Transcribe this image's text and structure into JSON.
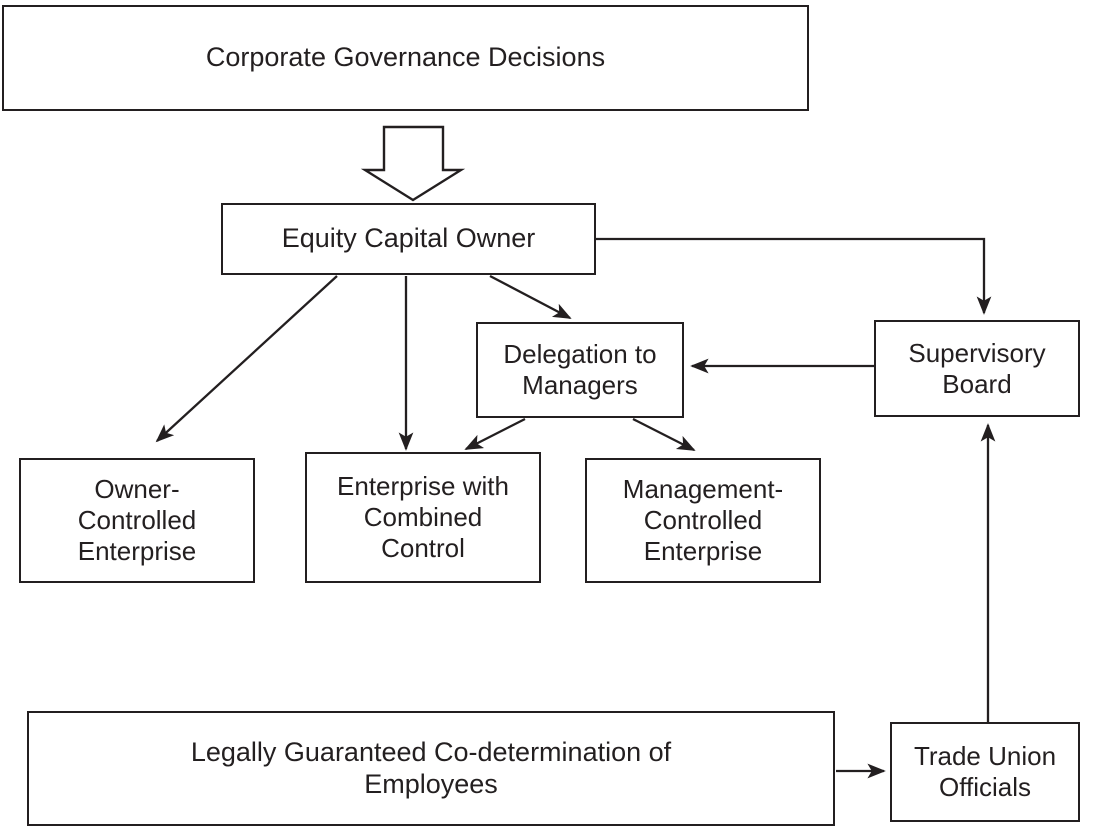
{
  "diagram": {
    "title": "Corporate Governance Decisions",
    "background_color": "#ffffff",
    "line_color": "#231f20",
    "text_color": "#231f20",
    "nodes": {
      "governance": {
        "label": "Corporate Governance Decisions"
      },
      "equity": {
        "label": "Equity Capital Owner"
      },
      "delegation": {
        "label": "Delegation to\nManagers"
      },
      "supervisory": {
        "label": "Supervisory\nBoard"
      },
      "owner_controlled": {
        "label": "Owner-\nControlled\nEnterprise"
      },
      "combined_control": {
        "label": "Enterprise with\nCombined\nControl"
      },
      "management_controlled": {
        "label": "Management-\nControlled\nEnterprise"
      },
      "codetermination": {
        "label": "Legally Guaranteed Co-determination of\nEmployees"
      },
      "trade_union": {
        "label": "Trade Union\nOfficials"
      }
    },
    "connectors": [
      {
        "name": "governance-to-equity",
        "type": "block-arrow",
        "from": "governance",
        "to": "equity",
        "direction": "down"
      },
      {
        "name": "equity-to-owner-controlled",
        "type": "arrow",
        "from": "equity",
        "to": "owner_controlled",
        "direction": "diagonal-down-left"
      },
      {
        "name": "equity-to-combined-control",
        "type": "arrow",
        "from": "equity",
        "to": "combined_control",
        "direction": "down"
      },
      {
        "name": "equity-to-delegation",
        "type": "arrow",
        "from": "equity",
        "to": "delegation",
        "direction": "diagonal-down-right"
      },
      {
        "name": "equity-to-supervisory",
        "type": "elbow-arrow",
        "from": "equity",
        "to": "supervisory",
        "direction": "right-then-down"
      },
      {
        "name": "delegation-to-combined-control",
        "type": "arrow",
        "from": "delegation",
        "to": "combined_control",
        "direction": "diagonal-down-left"
      },
      {
        "name": "delegation-to-management-controlled",
        "type": "arrow",
        "from": "delegation",
        "to": "management_controlled",
        "direction": "diagonal-down-right"
      },
      {
        "name": "supervisory-to-delegation",
        "type": "arrow",
        "from": "supervisory",
        "to": "delegation",
        "direction": "left"
      },
      {
        "name": "codetermination-to-trade-union",
        "type": "arrow",
        "from": "codetermination",
        "to": "trade_union",
        "direction": "right"
      },
      {
        "name": "trade-union-to-supervisory",
        "type": "arrow",
        "from": "trade_union",
        "to": "supervisory",
        "direction": "up"
      }
    ]
  }
}
